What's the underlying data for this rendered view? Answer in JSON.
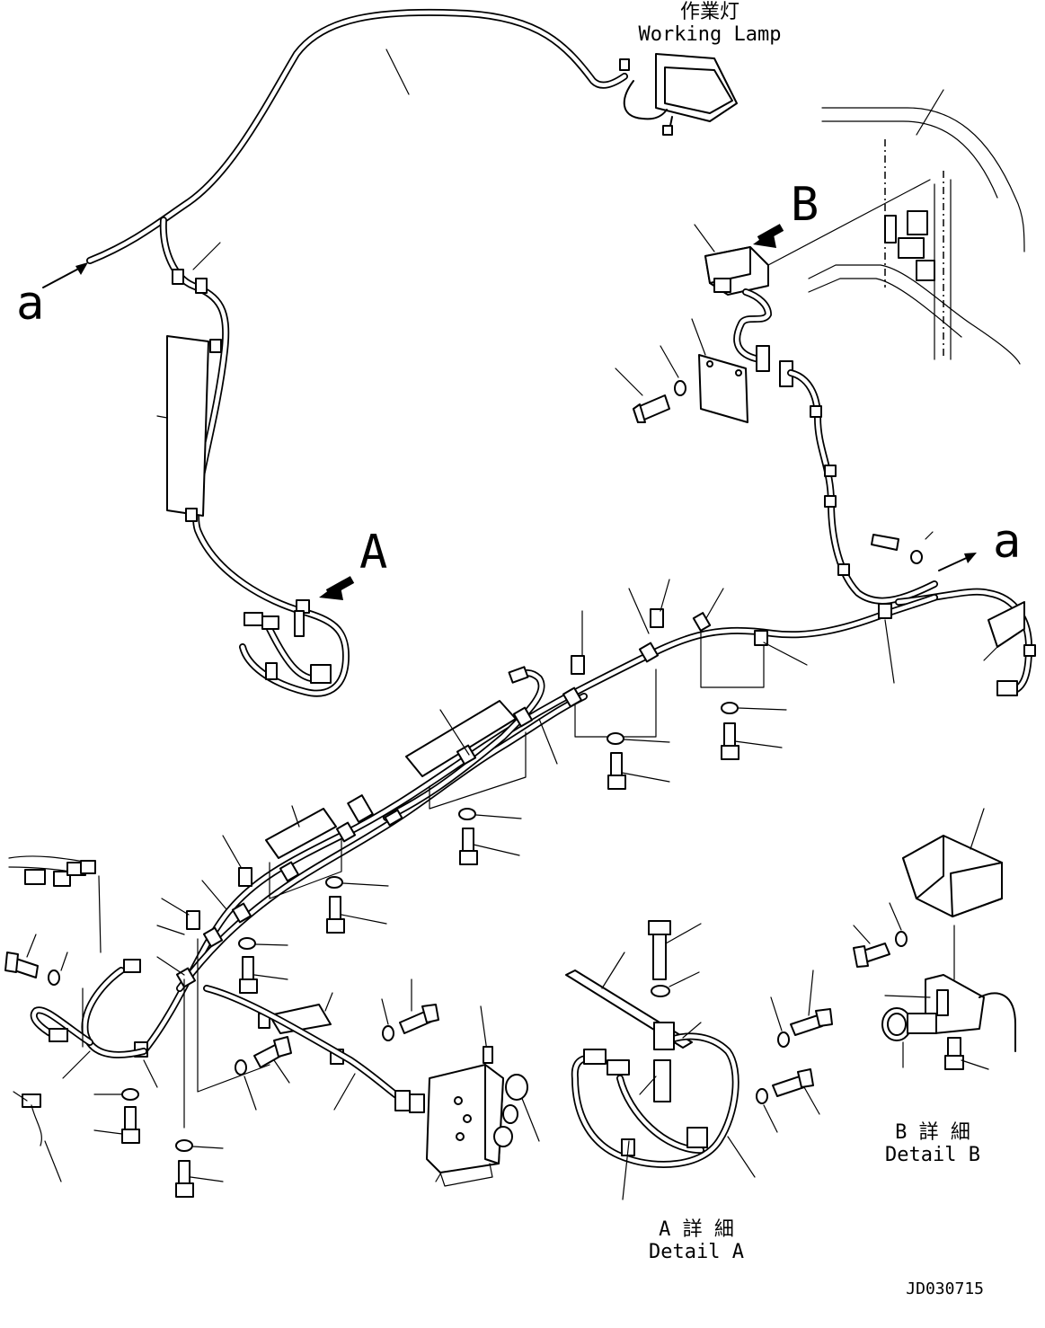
{
  "labels": {
    "working_lamp_jp": "作業灯",
    "working_lamp_en": "Working Lamp",
    "arrow_a_left": "a",
    "arrow_a_right": "a",
    "view_a": "A",
    "view_b": "B",
    "detail_a_jp": "A 詳 細",
    "detail_a_en": "Detail A",
    "detail_b_jp": "B 詳 細",
    "detail_b_en": "Detail B",
    "drawing_code": "JD030715"
  }
}
